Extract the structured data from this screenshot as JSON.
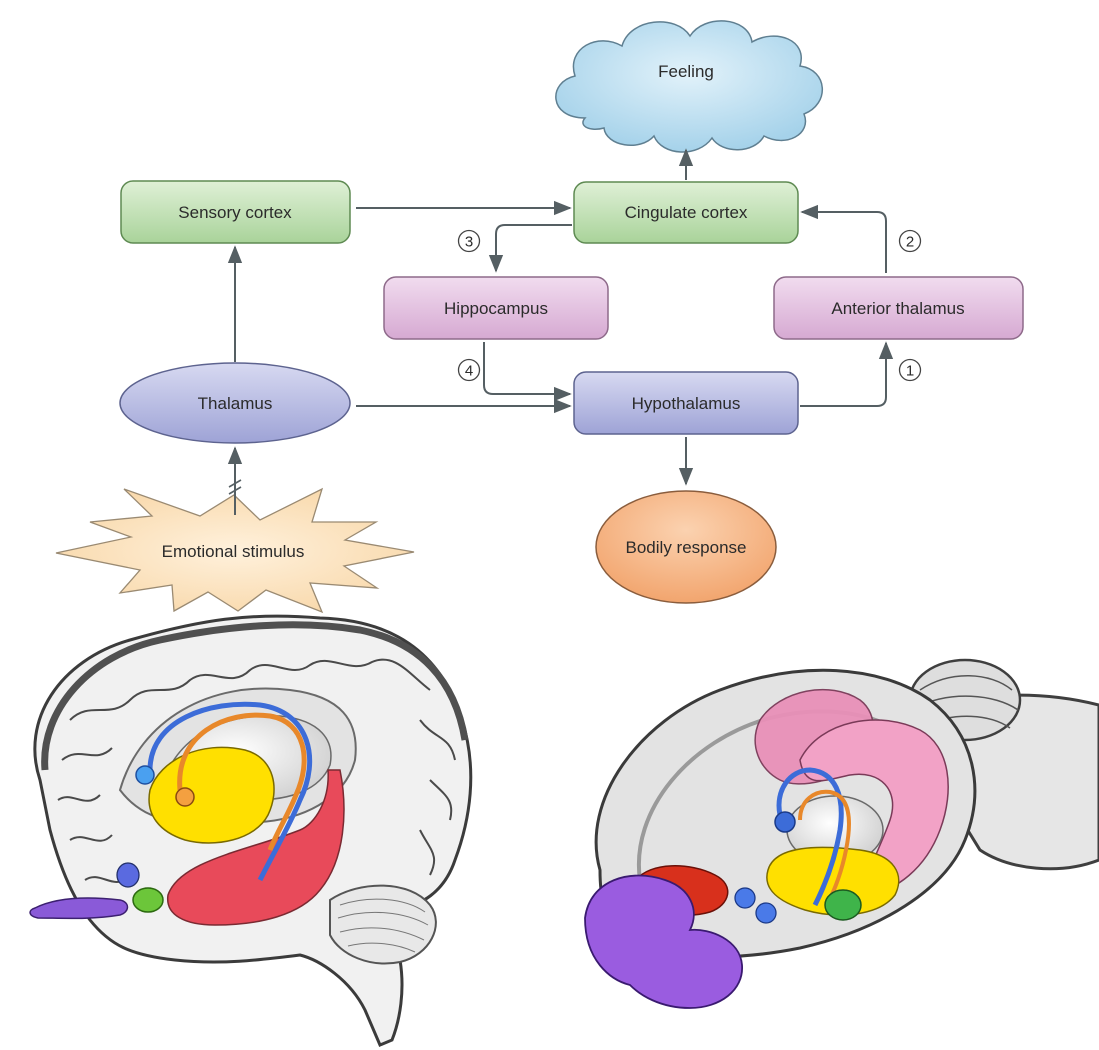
{
  "diagram": {
    "nodes": {
      "feeling": "Feeling",
      "sensory_cortex": "Sensory cortex",
      "cingulate_cortex": "Cingulate cortex",
      "hippocampus": "Hippocampus",
      "anterior_thalamus": "Anterior thalamus",
      "thalamus": "Thalamus",
      "hypothalamus": "Hypothalamus",
      "emotional_stimulus": "Emotional stimulus",
      "bodily_response": "Bodily response"
    },
    "steps": [
      "1",
      "2",
      "3",
      "4"
    ],
    "colors": {
      "cortex_fill": "#bfe0b0",
      "cortex_stroke": "#5e8a52",
      "pink_fill": "#e3c3df",
      "pink_stroke": "#8e6a8a",
      "blue_fill": "#b8bce2",
      "blue_stroke": "#5d638f",
      "cloud_fill": "#b7dcef",
      "stimulus_fill": "#fbe0bc",
      "response_fill": "#f7b98a",
      "arrow": "#555f63"
    }
  },
  "illustrations": {
    "left": "human-brain-limbic-system",
    "right": "animal-brain-limbic-system"
  }
}
